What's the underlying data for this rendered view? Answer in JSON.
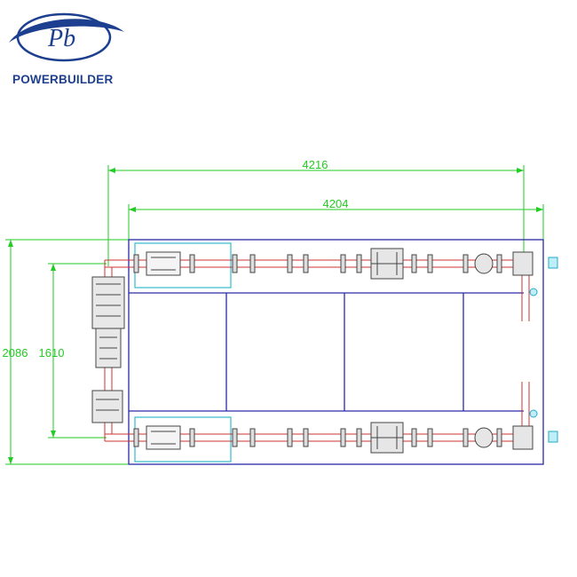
{
  "brand": {
    "logo_monogram": "Pb",
    "company_name": "POWERBUILDER",
    "color": "#1d3f8f"
  },
  "drawing": {
    "dimensions": {
      "overall_length": "4216",
      "frame_length": "4204",
      "overall_width": "2086",
      "pipe_spacing": "1610"
    },
    "colors": {
      "dimension": "#22cc22",
      "frame": "#2a2aa8",
      "pipe": "#cc3333",
      "equipment": "#444444",
      "filter_box": "#33bbcc",
      "valve": "#22aacc"
    }
  }
}
